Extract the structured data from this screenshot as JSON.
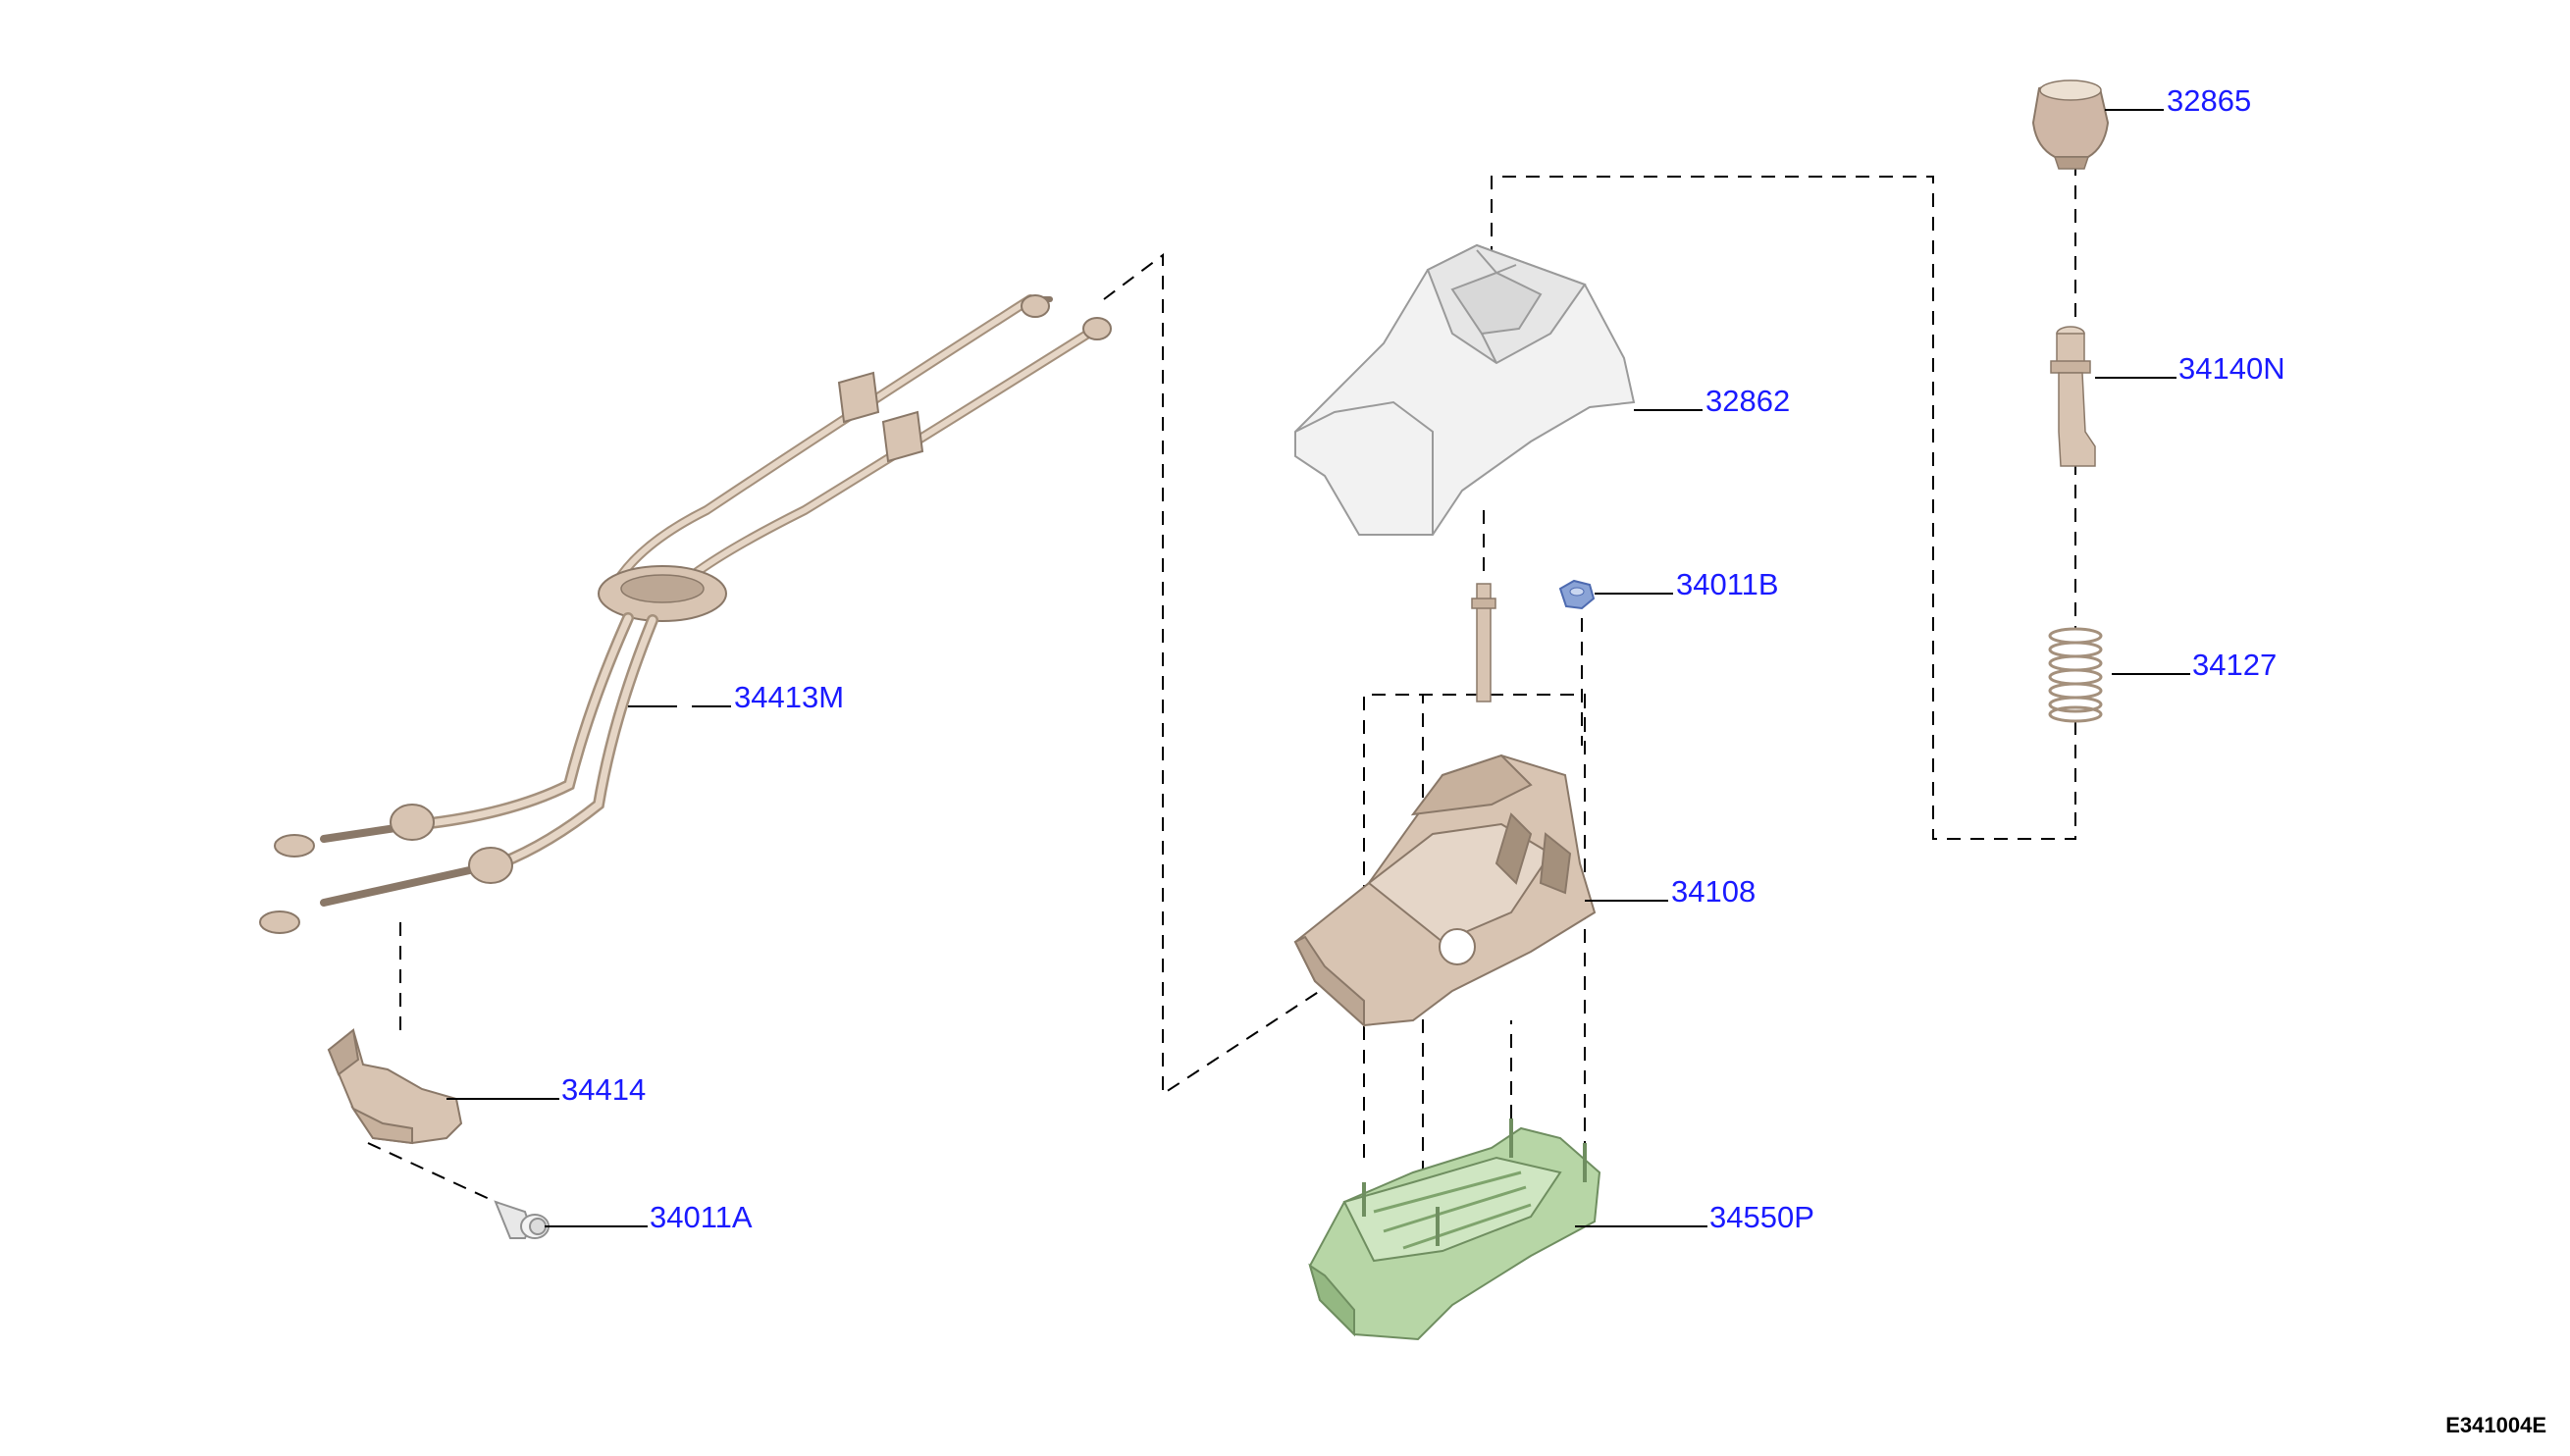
{
  "colors": {
    "label": "#1a1aff",
    "leader": "#000000",
    "dashed": "#000000",
    "tan_part": "#d8c4b2",
    "tan_dark": "#a4907c",
    "green_part": "#b7d6a6",
    "green_dark": "#7fa46d",
    "grey_part": "#f0f0f0",
    "knob": "#cfb7a6",
    "blue_nut": "#8aa3d6"
  },
  "diagram": {
    "code": "E341004E",
    "parts": [
      {
        "id": "32865",
        "label": "32865",
        "name": "gear-knob"
      },
      {
        "id": "34140N",
        "label": "34140N",
        "name": "shift-lever-rod"
      },
      {
        "id": "34127",
        "label": "34127",
        "name": "spring"
      },
      {
        "id": "32862",
        "label": "32862",
        "name": "shift-boot-cover"
      },
      {
        "id": "34011B",
        "label": "34011B",
        "name": "nut"
      },
      {
        "id": "34108",
        "label": "34108",
        "name": "shifter-housing"
      },
      {
        "id": "34550P",
        "label": "34550P",
        "name": "base-bracket"
      },
      {
        "id": "34413M",
        "label": "34413M",
        "name": "shift-cable-assembly"
      },
      {
        "id": "34414",
        "label": "34414",
        "name": "cable-bracket"
      },
      {
        "id": "34011A",
        "label": "34011A",
        "name": "bolt"
      }
    ]
  }
}
